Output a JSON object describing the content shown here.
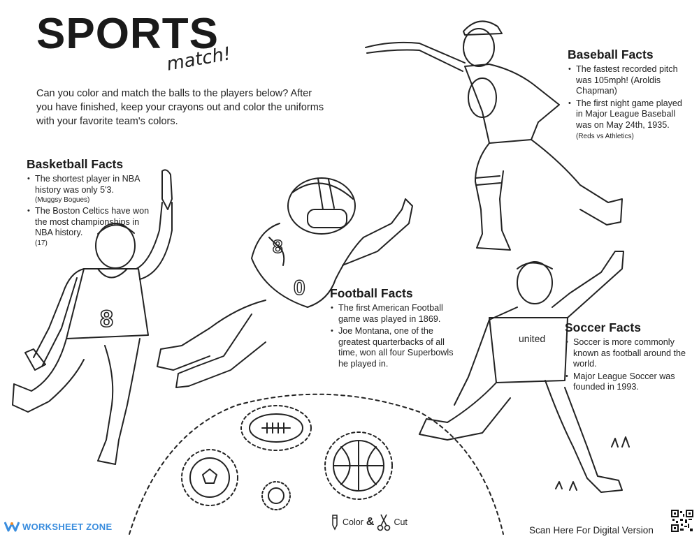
{
  "page": {
    "title": "SPORTS",
    "subtitle": "match!",
    "intro": "Can you color and match the balls to the players below? After you have finished, keep your crayons out and color the uniforms with your favorite team's colors."
  },
  "basketball": {
    "title": "Basketball Facts",
    "facts": [
      {
        "text": "The shortest player in NBA history was only 5'3.",
        "note": "(Muggsy Bogues)"
      },
      {
        "text": "The Boston Celtics have won the most championships in NBA history.",
        "note": "(17)"
      }
    ]
  },
  "baseball": {
    "title": "Baseball Facts",
    "facts": [
      {
        "text": "The fastest  recorded pitch was 105mph! (Aroldis Chapman)",
        "note": ""
      },
      {
        "text": "The first night game played in Major League Baseball was on May 24th, 1935.",
        "note": "(Reds vs Athletics)"
      }
    ]
  },
  "football": {
    "title": "Football Facts",
    "facts": [
      {
        "text": "The first American Football game was played in 1869."
      },
      {
        "text": "Joe Montana, one of the greatest quarterbacks of all time, won all four Superbowls he played in."
      }
    ]
  },
  "soccer": {
    "title": "Soccer Facts",
    "facts": [
      {
        "text": "Soccer is more commonly known as football around the world."
      },
      {
        "text": "Major League Soccer was founded in 1993."
      }
    ]
  },
  "art": {
    "basketball_jersey_number": "8",
    "football_jersey_number": "0",
    "football_sleeve_number": "8",
    "soccer_jersey_text": "united"
  },
  "footer": {
    "logo_text": "WORKSHEET ZONE",
    "color_label": "Color",
    "ampersand": "&",
    "cut_label": "Cut",
    "scan_text": "Scan Here For Digital Version"
  },
  "colors": {
    "ink": "#222222",
    "logo_blue": "#3a8dde",
    "logo_orange": "#f28c28"
  },
  "icons": [
    "crayon-icon",
    "scissors-icon",
    "qr-code-icon",
    "worksheet-zone-logo-icon"
  ]
}
